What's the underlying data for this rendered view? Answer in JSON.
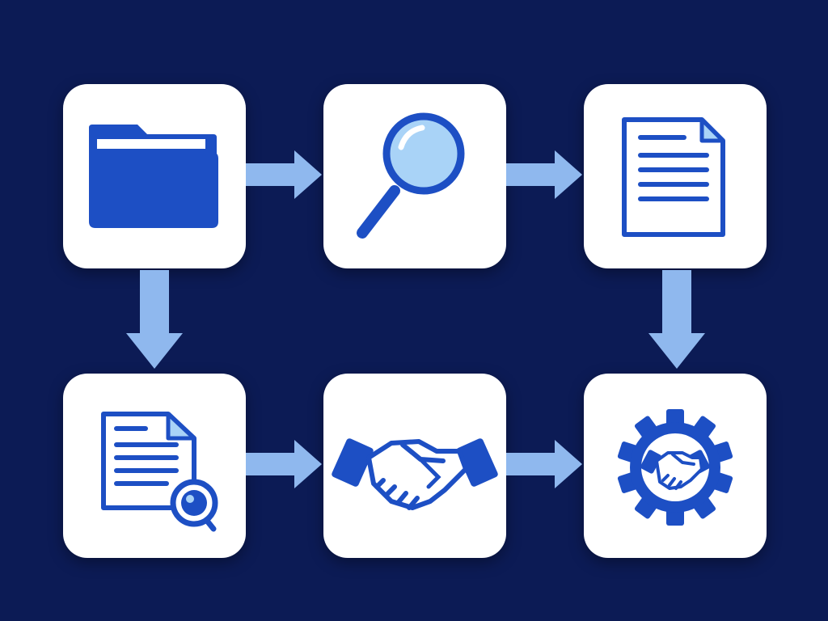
{
  "colors": {
    "background": "#0c1b55",
    "card": "#ffffff",
    "icon_primary": "#1d4fc4",
    "icon_light": "#a9d3f7",
    "arrow": "#8fb8ee"
  },
  "nodes": [
    {
      "id": "card-1",
      "icon": "folder-icon"
    },
    {
      "id": "card-2",
      "icon": "magnifying-glass-icon"
    },
    {
      "id": "card-3",
      "icon": "document-icon"
    },
    {
      "id": "card-4",
      "icon": "document-search-icon"
    },
    {
      "id": "card-5",
      "icon": "handshake-icon"
    },
    {
      "id": "card-6",
      "icon": "gear-handshake-icon"
    }
  ],
  "connections": [
    {
      "from": "card-1",
      "to": "card-2",
      "direction": "right"
    },
    {
      "from": "card-2",
      "to": "card-3",
      "direction": "right"
    },
    {
      "from": "card-1",
      "to": "card-4",
      "direction": "down"
    },
    {
      "from": "card-3",
      "to": "card-6",
      "direction": "down"
    },
    {
      "from": "card-4",
      "to": "card-5",
      "direction": "right"
    },
    {
      "from": "card-5",
      "to": "card-6",
      "direction": "right"
    }
  ]
}
